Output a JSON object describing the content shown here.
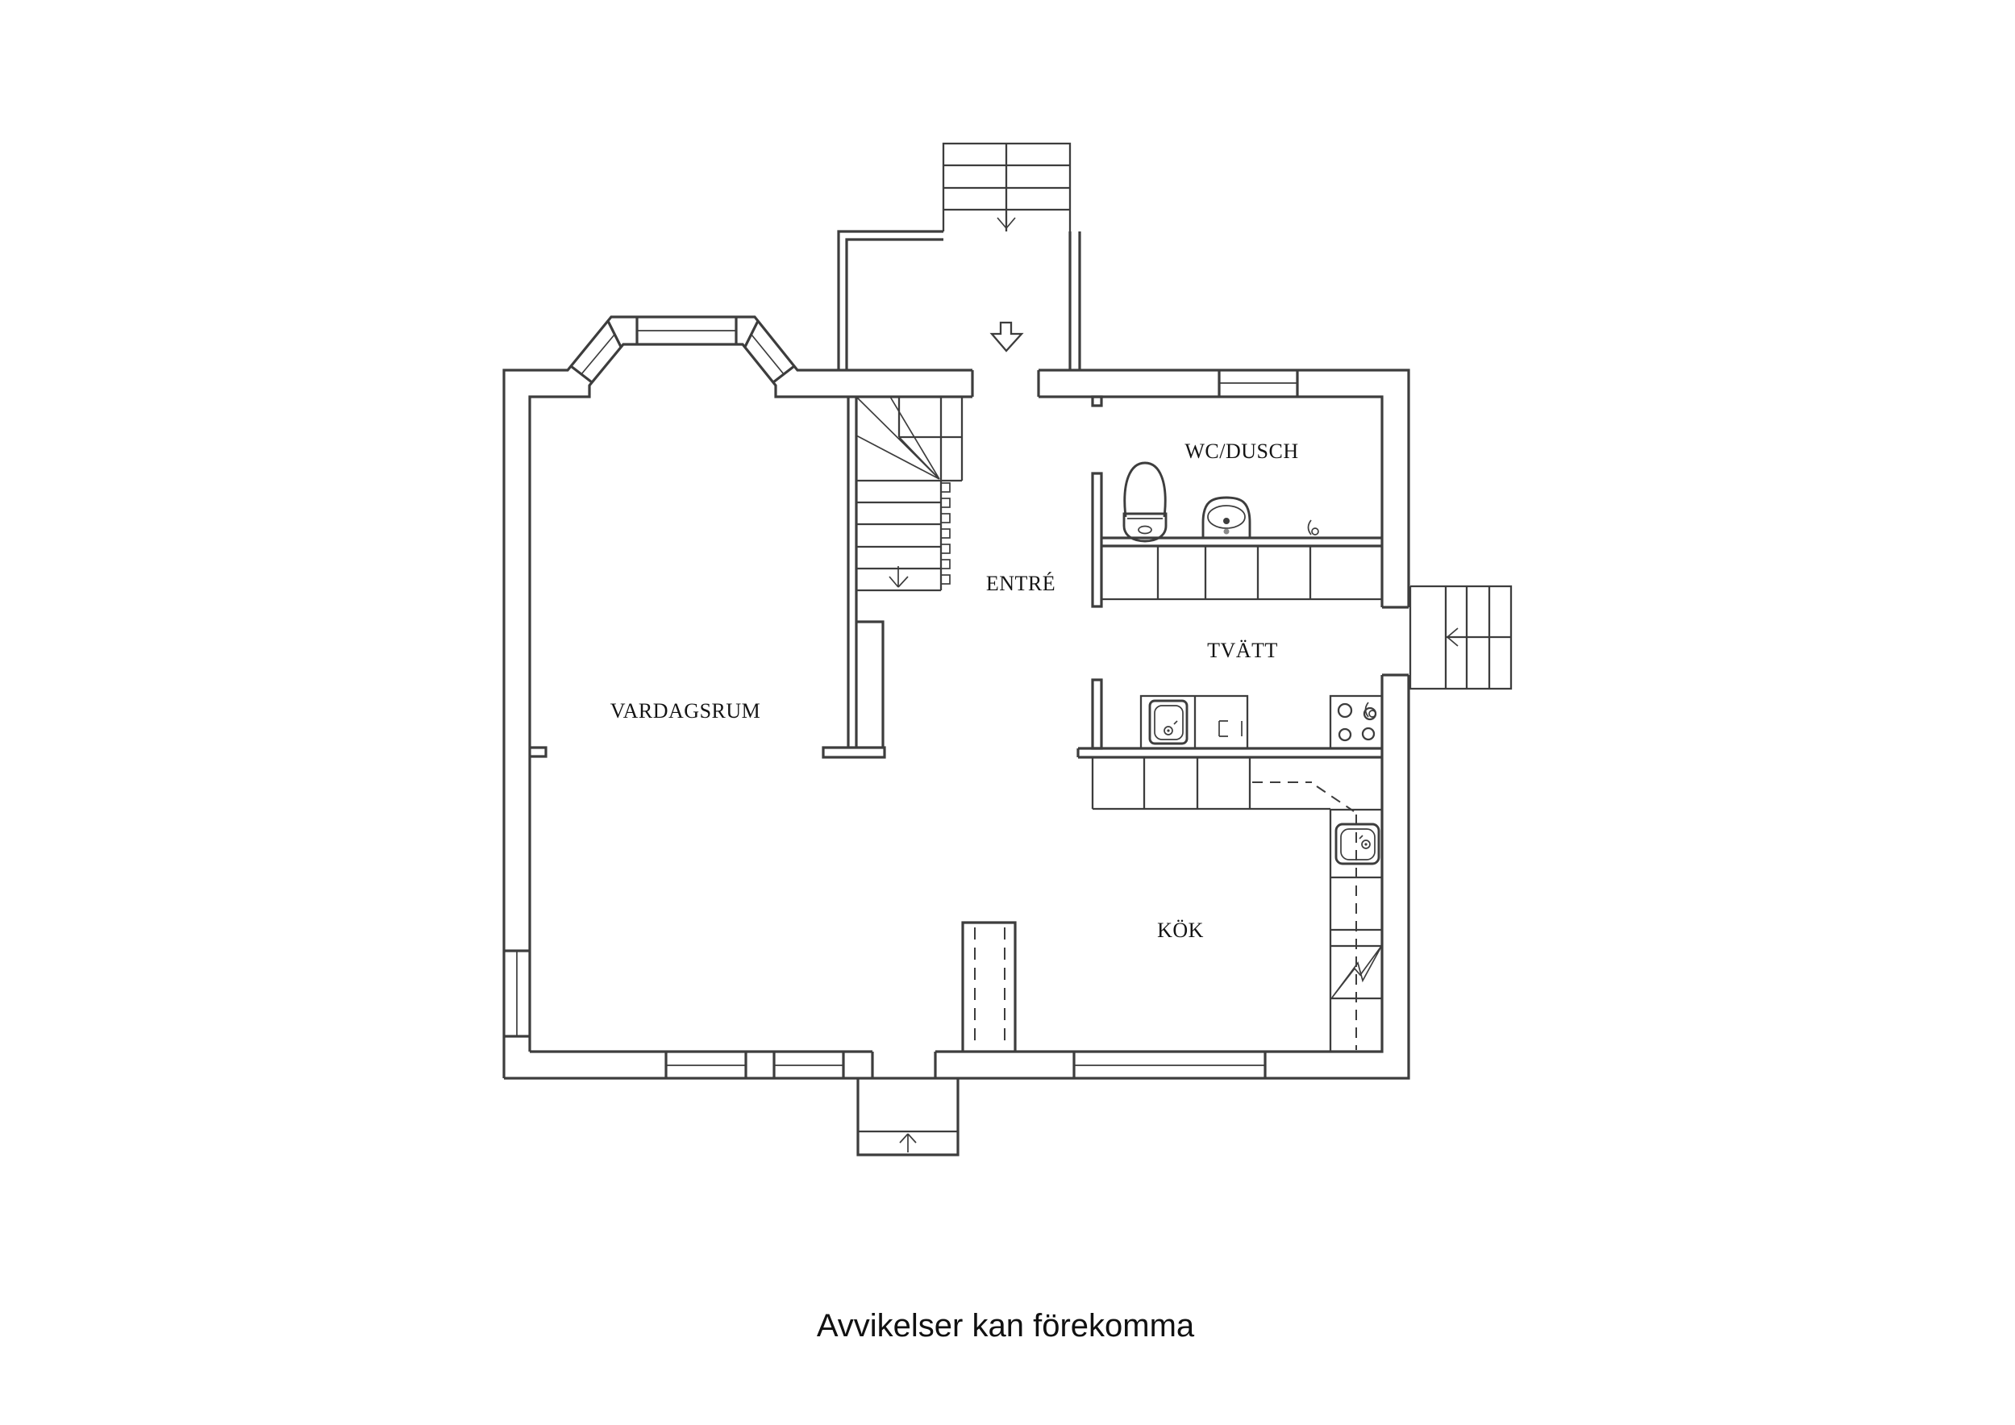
{
  "floor_plan": {
    "colors": {
      "background": "#ffffff",
      "line": "#3d3d3d",
      "text": "#141414"
    },
    "rooms": [
      {
        "id": "vardagsrum",
        "label": "VARDAGSRUM"
      },
      {
        "id": "entre",
        "label": "ENTRÉ"
      },
      {
        "id": "wc_dusch",
        "label": "WC/DUSCH"
      },
      {
        "id": "tvatt",
        "label": "TVÄTT"
      },
      {
        "id": "kok",
        "label": "KÖK"
      }
    ],
    "footer_note": "Avvikelser kan förekomma",
    "symbols": [
      "entrance-hollow-arrow-down",
      "exterior-stair-top-arrow-down",
      "interior-stair-arrow-down",
      "side-stair-arrow-left",
      "bottom-porch-arrow-up",
      "toilet",
      "washbasin",
      "laundry-sink",
      "kitchen-sink",
      "stove-4-burners",
      "floor-drain-wc",
      "floor-drain-laundry",
      "chimney-dashed",
      "dishwasher-marks",
      "lightning-appliance-symbol"
    ]
  }
}
